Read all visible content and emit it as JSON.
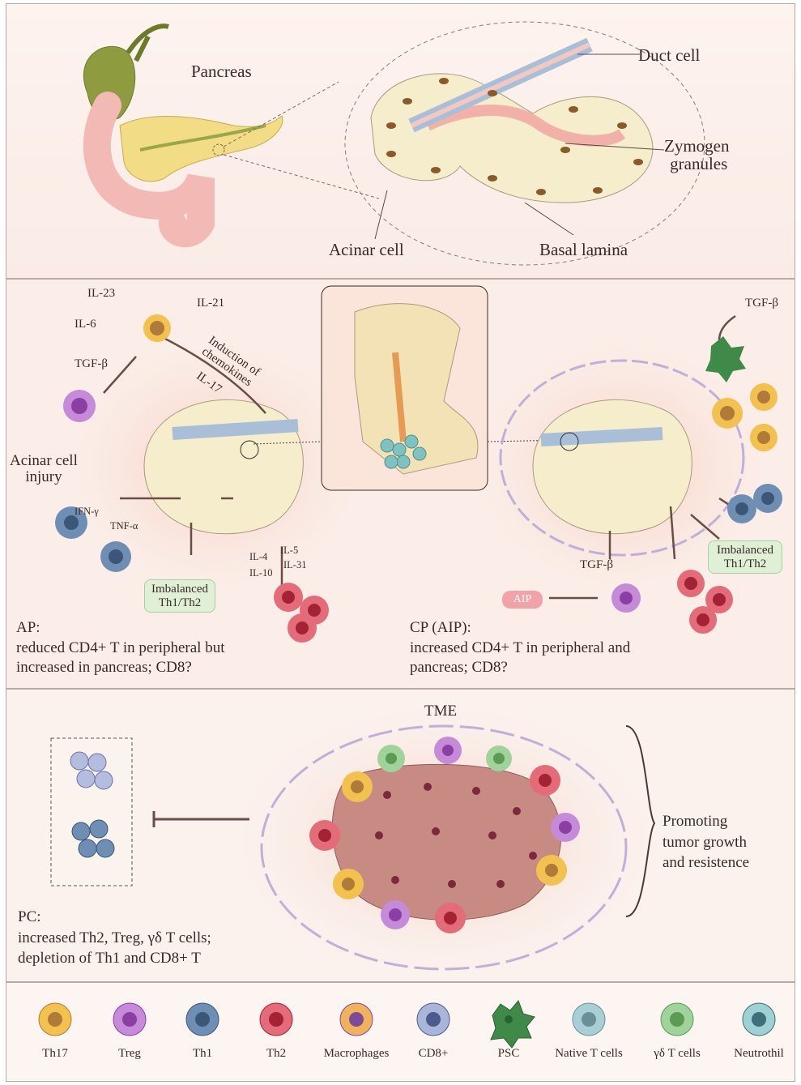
{
  "top": {
    "pancreas": "Pancreas",
    "duct_cell": "Duct cell",
    "zymogen": [
      "Zymogen",
      "granules"
    ],
    "acinar_cell": "Acinar cell",
    "basal_lamina": "Basal lamina"
  },
  "middle": {
    "il23": "IL-23",
    "il6": "IL-6",
    "il21": "IL-21",
    "tgfb_left": "TGF-β",
    "induction": [
      "Induction of",
      "chemokines"
    ],
    "il17": "IL-17",
    "acinar_injury": [
      "Acinar cell",
      "injury"
    ],
    "ifng": "IFN-γ",
    "tnfa": "TNF-α",
    "il4": "IL-4",
    "il5": "IL-5",
    "il10": "IL-10",
    "il31": "IL-31",
    "imbalanced_left": [
      "Imbalanced",
      "Th1/Th2"
    ],
    "ap": [
      "AP:",
      "reduced CD4+ T in peripheral but",
      "increased in pancreas; CD8?"
    ],
    "tgfb_right_top": "TGF-β",
    "imbalanced_right": [
      "Imbalanced",
      "Th1/Th2"
    ],
    "tgfb_right_bottom": "TGF-β",
    "aip": "AIP",
    "cp": [
      "CP (AIP):",
      "increased  CD4+ T in peripheral and",
      "pancreas; CD8?"
    ]
  },
  "bottom": {
    "tme": "TME",
    "promoting": [
      "Promoting",
      "tumor growth",
      "and resistence"
    ],
    "pc": [
      "PC:",
      "increased Th2, Treg, γδ T cells;",
      "depletion of Th1 and CD8+ T"
    ]
  },
  "legend": [
    {
      "label": "Th17",
      "color": "#f2c14e",
      "core": "#b07a3a"
    },
    {
      "label": "Treg",
      "color": "#c58ad8",
      "core": "#8b3fa3"
    },
    {
      "label": "Th1",
      "color": "#6e8fb3",
      "core": "#3c5678"
    },
    {
      "label": "Th2",
      "color": "#e46b78",
      "core": "#a32234"
    },
    {
      "label": "Macrophages",
      "color": "#f0b25a",
      "core": "#7e4a9a"
    },
    {
      "label": "CD8+",
      "color": "#a9b6d9",
      "core": "#4d5b8c"
    },
    {
      "label": "PSC",
      "color": "#3f8a48",
      "core": "#2a6130"
    },
    {
      "label": "Native T cells",
      "color": "#a9cfd6",
      "core": "#6b8f97"
    },
    {
      "label": "γδ T cells",
      "color": "#9fd39a",
      "core": "#5c9a55"
    },
    {
      "label": "Neutrothil",
      "color": "#9fd0d3",
      "core": "#3f6f78"
    }
  ]
}
